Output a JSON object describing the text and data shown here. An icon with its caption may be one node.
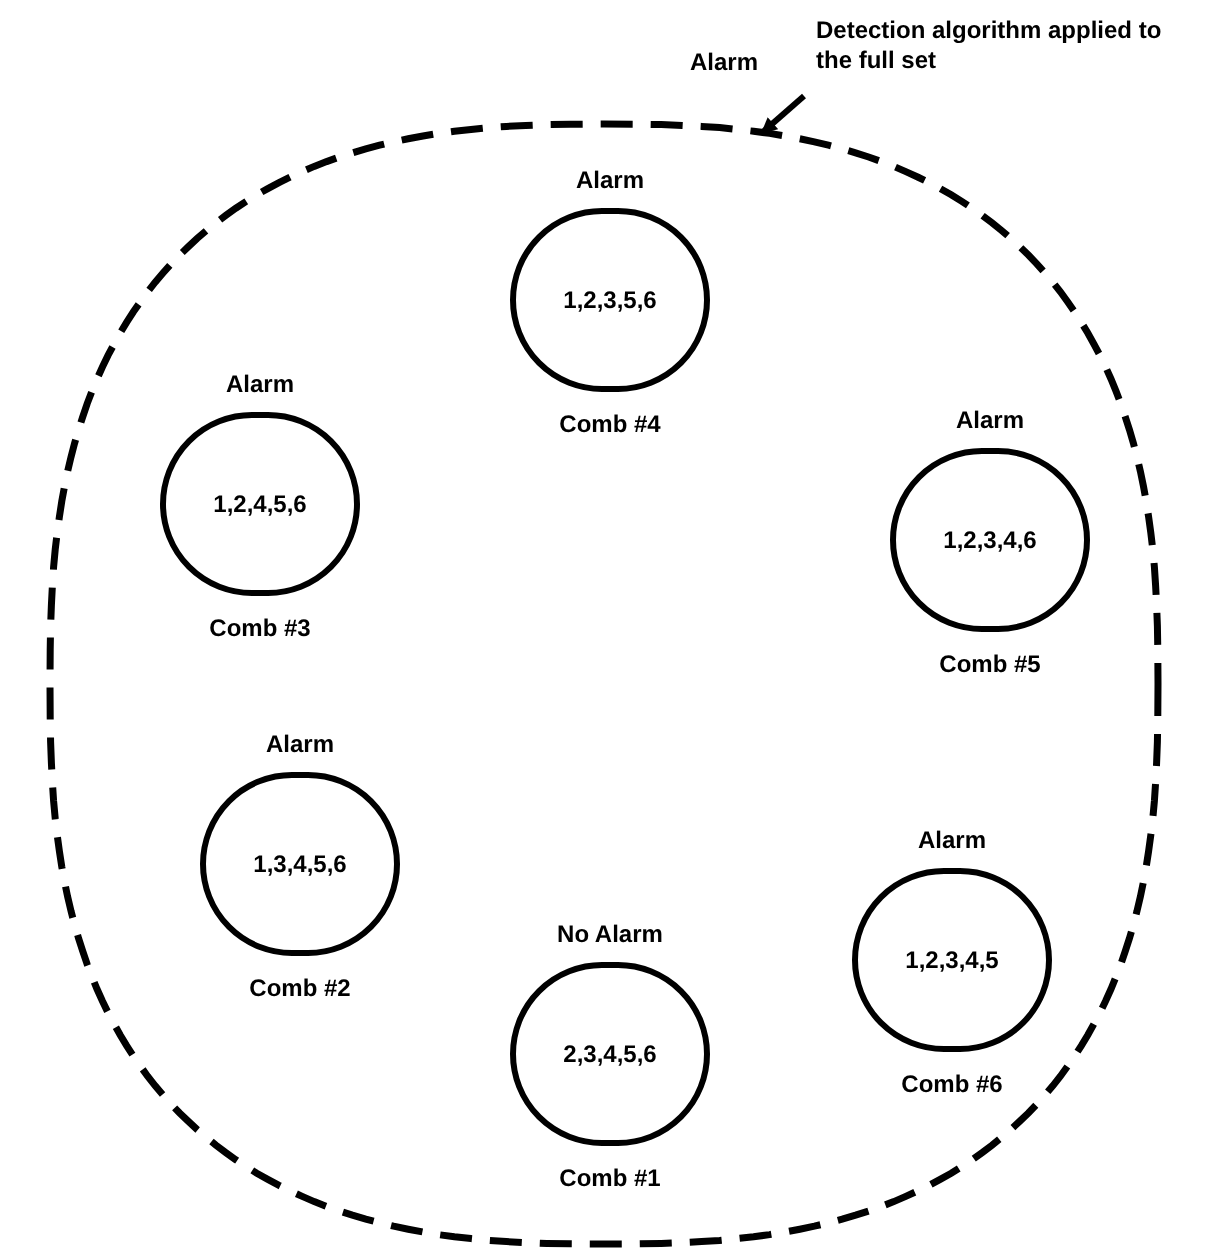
{
  "diagram": {
    "nodes": [
      {
        "text": [
          "Alarm"
        ]
      },
      {
        "text": [
          "Detection algorithm applied to the full set"
        ]
      },
      {
        "text": [
          "Alarm",
          "1,2,3,5,6"
        ],
        "beside": [
          "Comb #4"
        ],
        "in": 0
      },
      {
        "text": [
          "Alarm",
          "1,2,4,5,6"
        ],
        "beside": [
          "Comb #3"
        ],
        "in": 0
      },
      {
        "text": [
          "Alarm",
          "1,2,3,4,6"
        ],
        "beside": [
          "Comb #5"
        ],
        "in": 0
      },
      {
        "text": [
          "Alarm",
          "1,3,4,5,6"
        ],
        "beside": [
          "Comb #2"
        ],
        "in": 0
      },
      {
        "text": [
          "Alarm",
          "1,2,3,4,5"
        ],
        "beside": [
          "Comb #6"
        ],
        "in": 0
      },
      {
        "text": [
          "No Alarm",
          "2,3,4,5,6"
        ],
        "beside": [
          "Comb #1"
        ],
        "in": 0
      }
    ],
    "edges": [
      {
        "from": 1,
        "to": 0,
        "arrow": "to"
      }
    ]
  }
}
